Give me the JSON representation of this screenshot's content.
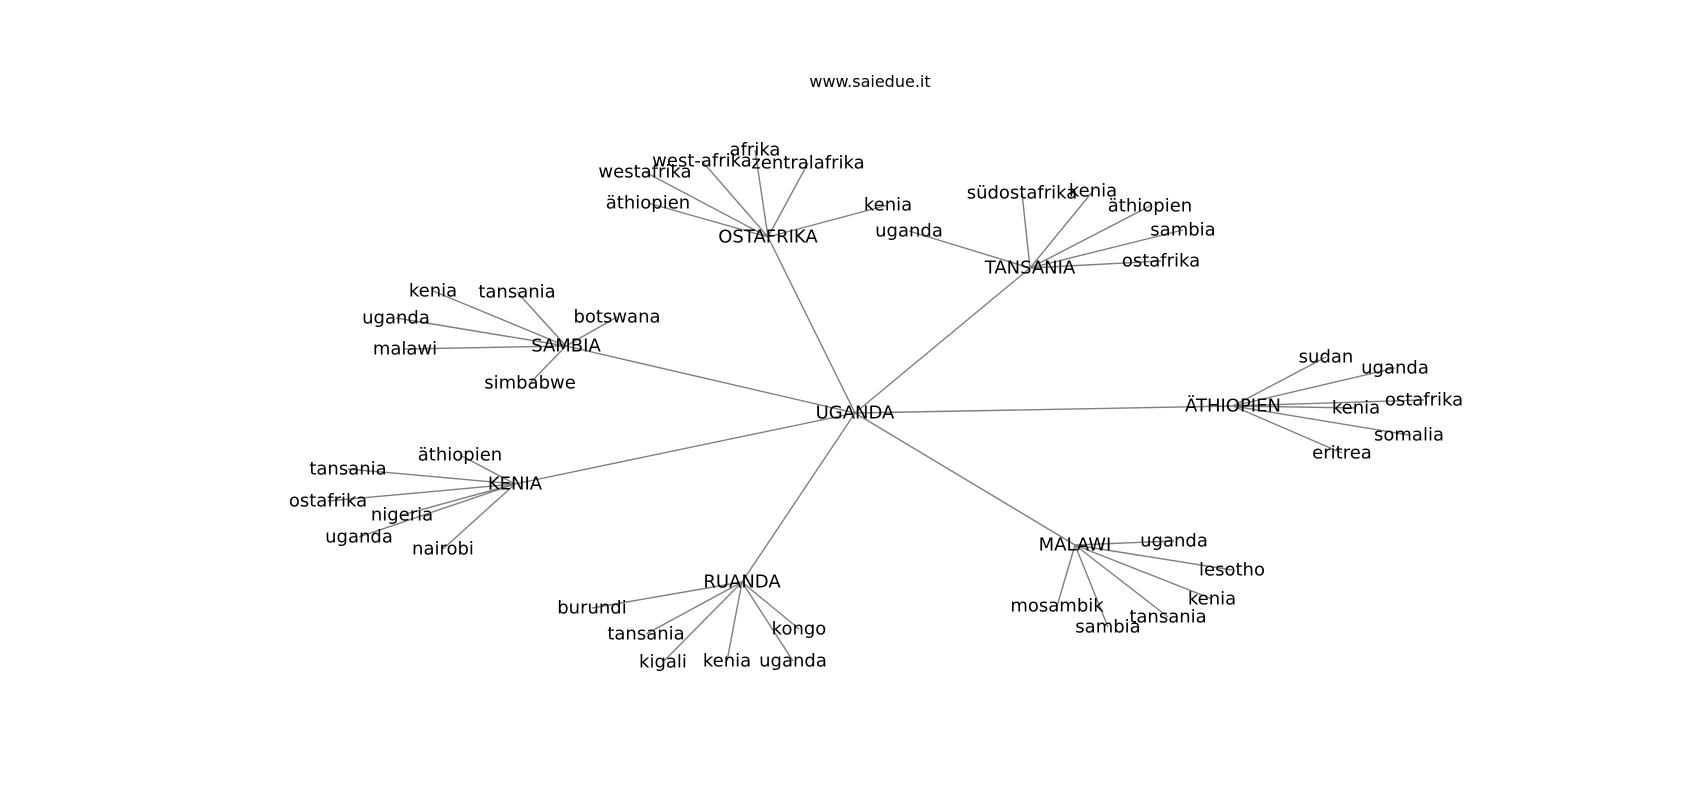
{
  "title": "www.saiedue.it",
  "root": "UGANDA",
  "hubs": [
    {
      "label": "OSTAFRIKA",
      "children": [
        "afrika",
        "west-afrika",
        "zentralafrika",
        "westafrika",
        "äthiopien",
        "kenia"
      ]
    },
    {
      "label": "TANSANIA",
      "children": [
        "südostafrika",
        "kenia",
        "äthiopien",
        "sambia",
        "uganda",
        "ostafrika"
      ]
    },
    {
      "label": "SAMBIA",
      "children": [
        "kenia",
        "tansania",
        "botswana",
        "uganda",
        "malawi",
        "simbabwe"
      ]
    },
    {
      "label": "ÄTHIOPIEN",
      "children": [
        "sudan",
        "uganda",
        "ostafrika",
        "kenia",
        "somalia",
        "eritrea"
      ]
    },
    {
      "label": "KENIA",
      "children": [
        "äthiopien",
        "tansania",
        "ostafrika",
        "nigeria",
        "uganda",
        "nairobi"
      ]
    },
    {
      "label": "RUANDA",
      "children": [
        "burundi",
        "tansania",
        "kongo",
        "kigali",
        "kenia",
        "uganda"
      ]
    },
    {
      "label": "MALAWI",
      "children": [
        "uganda",
        "lesotho",
        "kenia",
        "mosambik",
        "tansania",
        "sambia"
      ]
    }
  ]
}
